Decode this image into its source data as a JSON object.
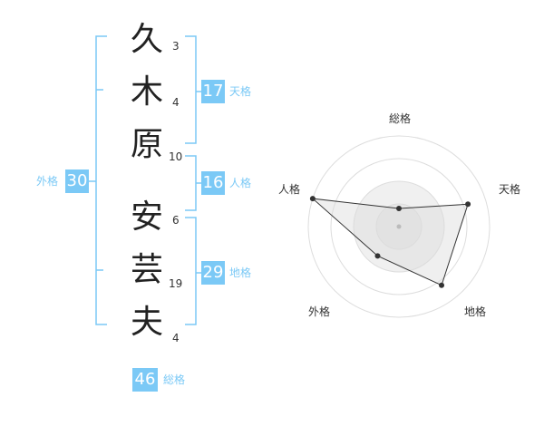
{
  "name_chars": [
    {
      "char": "久",
      "strokes": "3"
    },
    {
      "char": "木",
      "strokes": "4"
    },
    {
      "char": "原",
      "strokes": "10"
    },
    {
      "char": "安",
      "strokes": "6"
    },
    {
      "char": "芸",
      "strokes": "19"
    },
    {
      "char": "夫",
      "strokes": "4"
    }
  ],
  "kakaku": {
    "tenkaku": {
      "value": "17",
      "label": "天格"
    },
    "jinkaku": {
      "value": "16",
      "label": "人格"
    },
    "chikaku": {
      "value": "29",
      "label": "地格"
    },
    "gaikaku": {
      "value": "30",
      "label": "外格"
    },
    "soukaku": {
      "value": "46",
      "label": "総格"
    }
  },
  "accent_color": "#7bc9f6",
  "chart_data": {
    "type": "radar",
    "axes": [
      "総格",
      "天格",
      "地格",
      "外格",
      "人格"
    ],
    "values": [
      0.2,
      0.8,
      0.8,
      0.4,
      1.0
    ],
    "max": 1.0,
    "rings": 4
  }
}
